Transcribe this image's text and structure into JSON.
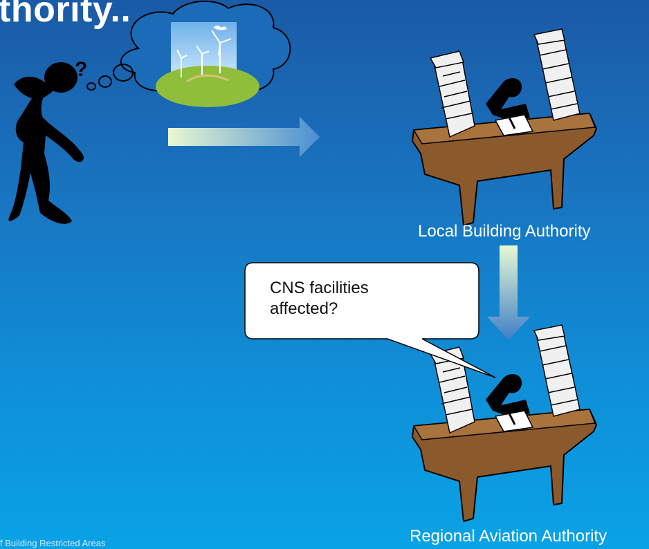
{
  "slide": {
    "title": "thority..",
    "cloud_image": "wind-turbines-icon",
    "local_authority_label": "Local Building Authority",
    "regional_authority_label": "Regional Aviation Authority",
    "speech_bubble_line1": "CNS facilities",
    "speech_bubble_line2": "affected?",
    "footer": "f Building Restricted Areas"
  },
  "colors": {
    "background_top": "#1a5aa6",
    "background_bottom": "#0aa2e6",
    "arrow_light": "#e8f7d6",
    "arrow_dark": "#3f7ec7",
    "desk": "#8a5a2c"
  }
}
